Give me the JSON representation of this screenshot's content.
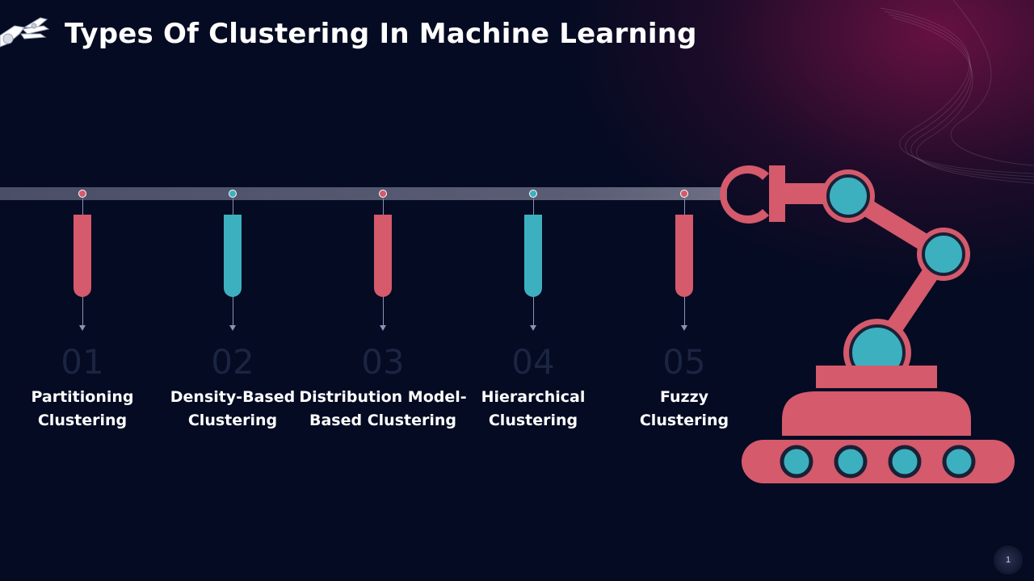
{
  "slide": {
    "title": "Types Of Clustering In Machine Learning",
    "page_number": "1"
  },
  "colors": {
    "background": "#040b22",
    "accent_pink": "#d45a6c",
    "accent_teal": "#3cb0bf",
    "timeline": "#555a71"
  },
  "steps": [
    {
      "number": "01",
      "line1": "Partitioning",
      "line2": "Clustering",
      "color": "#d45a6c"
    },
    {
      "number": "02",
      "line1": "Density-Based",
      "line2": "Clustering",
      "color": "#3cb0bf"
    },
    {
      "number": "03",
      "line1": "Distribution Model-",
      "line2": "Based Clustering",
      "color": "#d45a6c"
    },
    {
      "number": "04",
      "line1": "Hierarchical",
      "line2": "Clustering",
      "color": "#3cb0bf"
    },
    {
      "number": "05",
      "line1": "Fuzzy",
      "line2": "Clustering",
      "color": "#d45a6c"
    }
  ],
  "icons": {
    "logo": "robot-hand-icon",
    "illustration": "robotic-arm-icon"
  }
}
